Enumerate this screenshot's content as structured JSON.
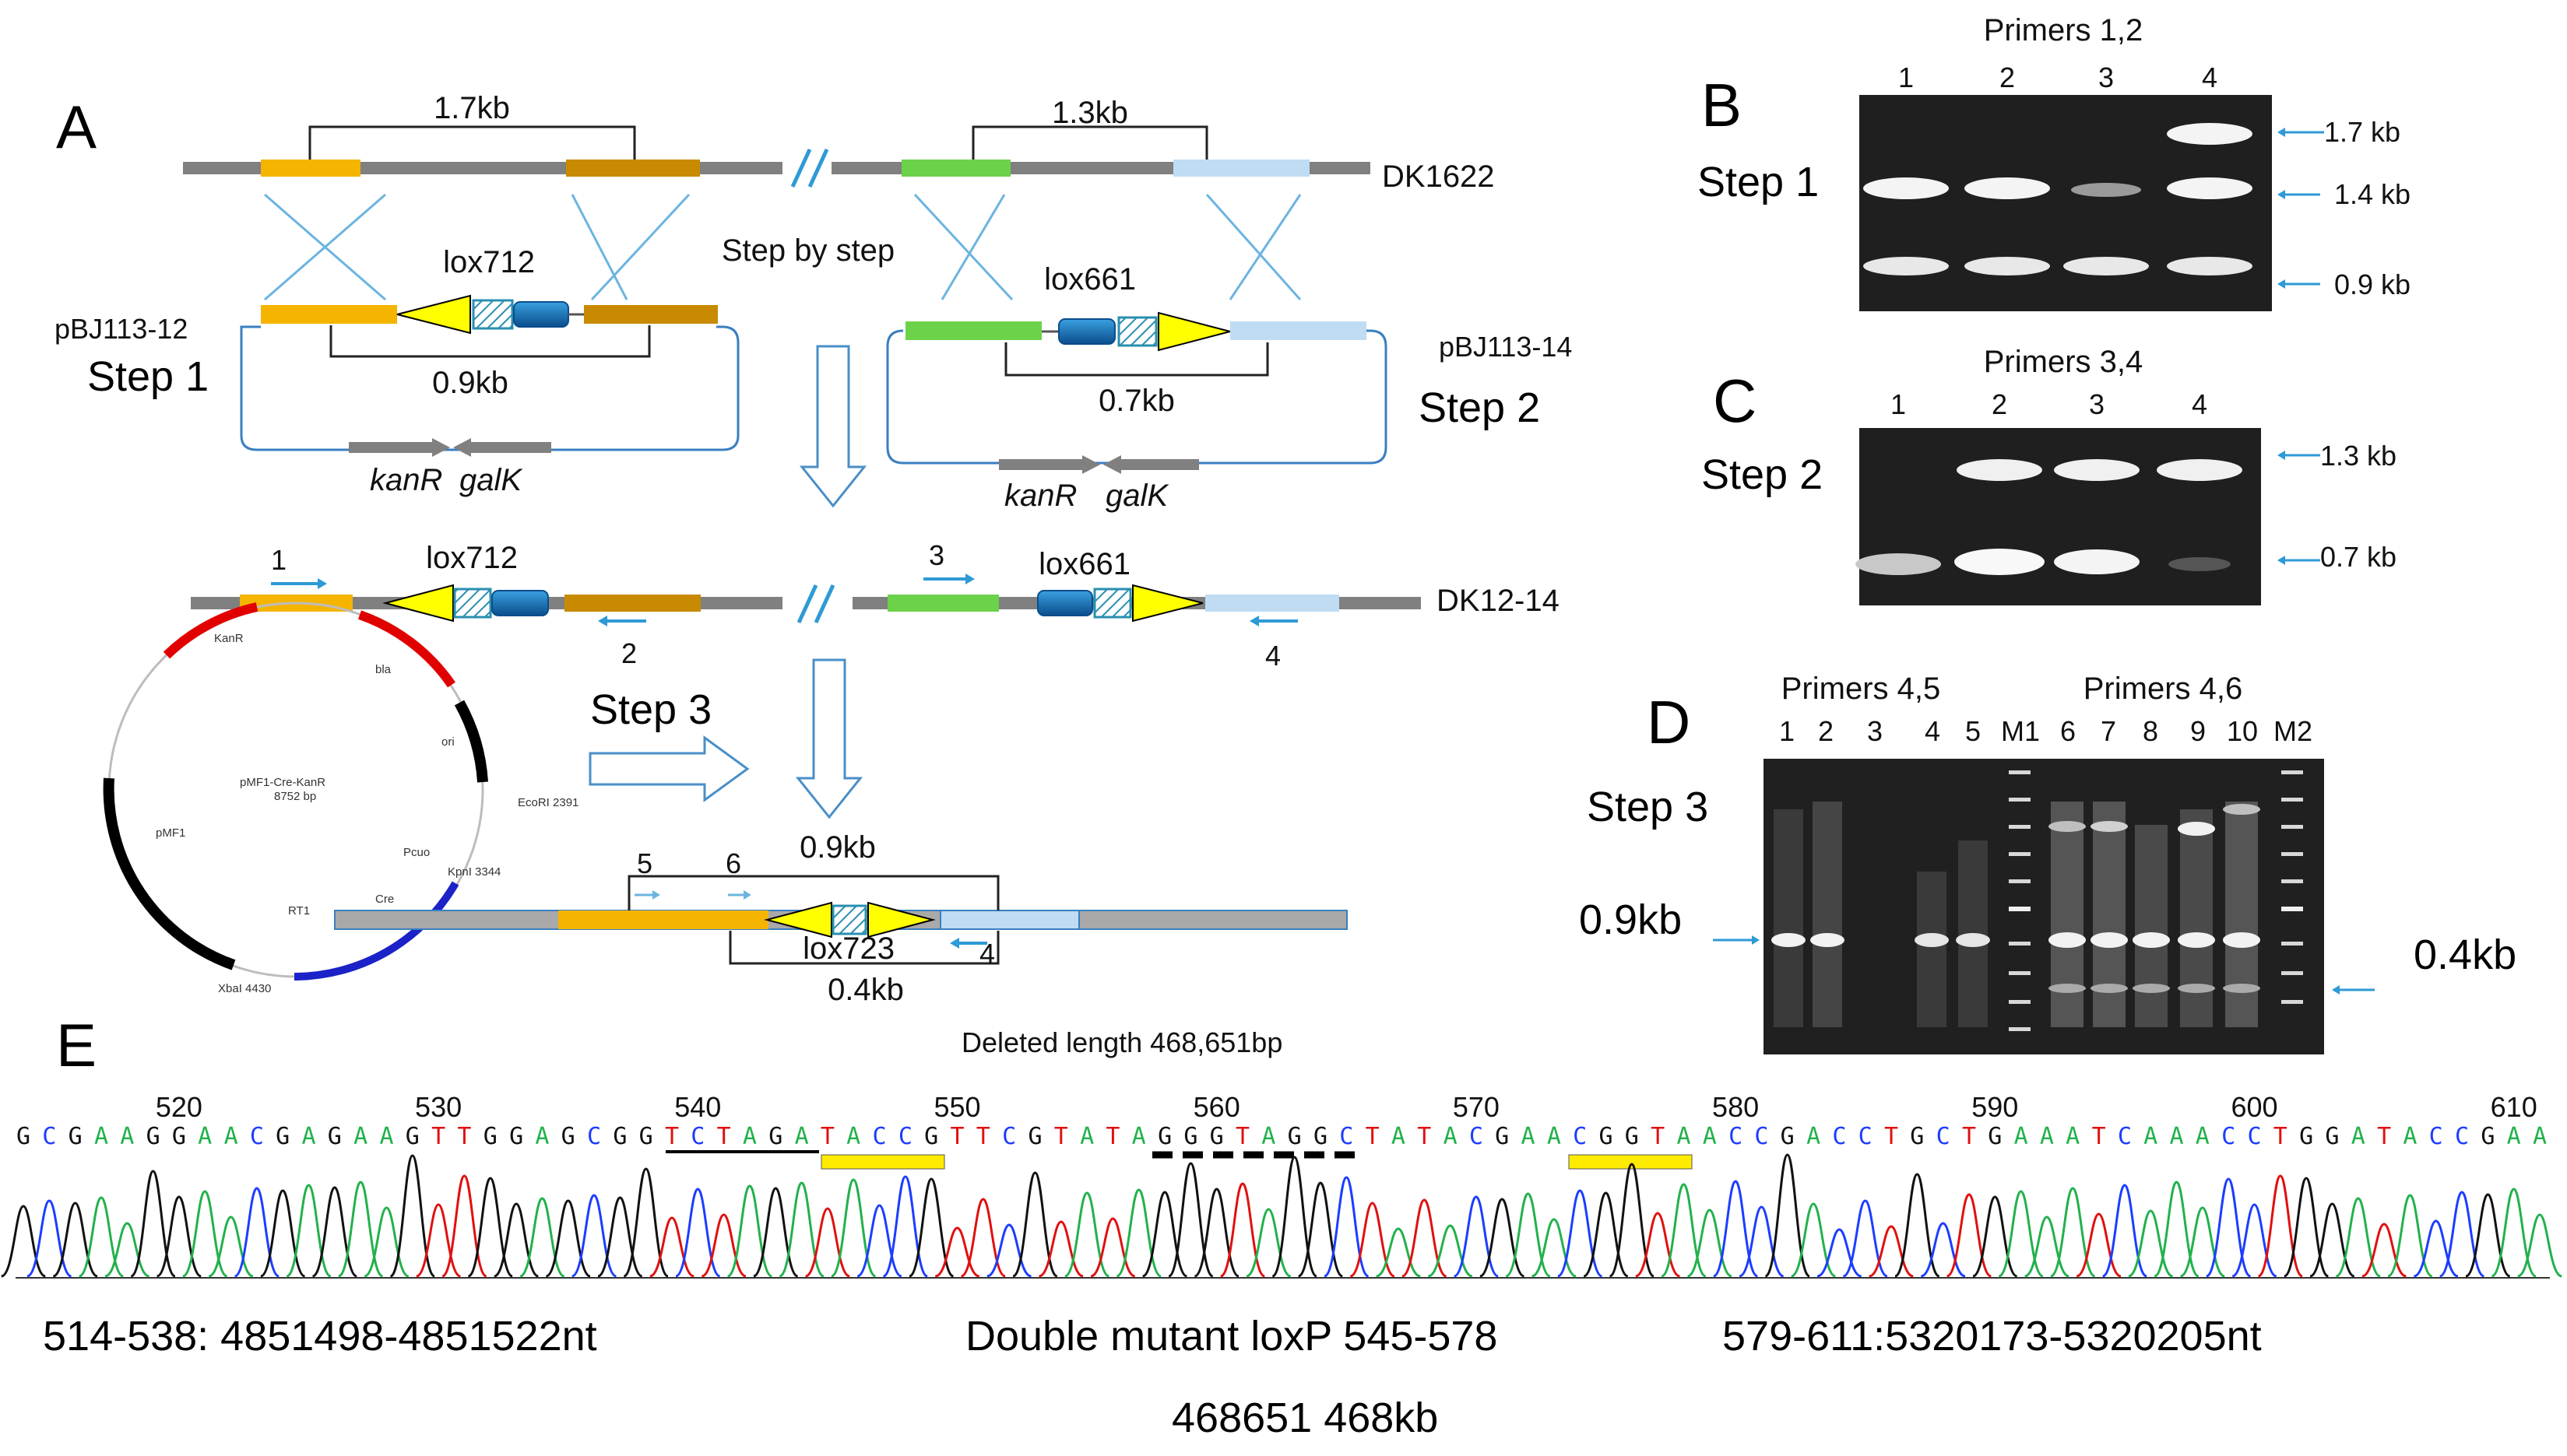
{
  "panel_a": {
    "letter": "A",
    "chromosome": "DK1622",
    "chromosome_after": "DK12-14",
    "span_left": "1.7kb",
    "span_right": "1.3kb",
    "step_by_step": "Step by step",
    "plasmid_left": "pBJ113-12",
    "plasmid_right": "pBJ113-14",
    "step1": "Step 1",
    "step2": "Step 2",
    "step3": "Step 3",
    "lox_left": "lox712",
    "lox_right": "lox661",
    "lox_final": "lox723",
    "insert_left": "0.9kb",
    "insert_right": "0.7kb",
    "kanR": "kanR",
    "galK": "galK",
    "primer1": "1",
    "primer2": "2",
    "primer3": "3",
    "primer4": "4",
    "primer5": "5",
    "primer6": "6",
    "product_large": "0.9kb",
    "product_small": "0.4kb",
    "deleted": "Deleted length 468,651bp",
    "plasmid_map": {
      "name": "pMF1-Cre-KanR",
      "size": "8752 bp",
      "kanr": "KanR",
      "bla": "bla",
      "ori": "ori",
      "pcuo": "Pcuo",
      "cre": "Cre",
      "rt1": "RT1",
      "pmf1": "pMF1",
      "ecori": "EcoRI 2391",
      "kpni": "KpnI 3344",
      "xbai": "XbaI 4430"
    }
  },
  "panel_b": {
    "letter": "B",
    "step": "Step 1",
    "primers": "Primers 1,2",
    "lanes": [
      "1",
      "2",
      "3",
      "4"
    ],
    "sizes": [
      "1.7 kb",
      "1.4 kb",
      "0.9 kb"
    ]
  },
  "panel_c": {
    "letter": "C",
    "step": "Step 2",
    "primers": "Primers 3,4",
    "lanes": [
      "1",
      "2",
      "3",
      "4"
    ],
    "sizes": [
      "1.3 kb",
      "0.7 kb"
    ]
  },
  "panel_d": {
    "letter": "D",
    "step": "Step 3",
    "primers_left": "Primers 4,5",
    "primers_right": "Primers 4,6",
    "lanes": [
      "1",
      "2",
      "3",
      "4",
      "5",
      "M1",
      "6",
      "7",
      "8",
      "9",
      "10",
      "M2"
    ],
    "size_left": "0.9kb",
    "size_right": "0.4kb"
  },
  "panel_e": {
    "letter": "E",
    "sequence": "GCGAAGGAACGAGAAGTTGGAGCGGTCTAGATACCGTTCGTATAGGGTAGGCTATACGAACGGTAACCGACCTGCTGAAATCAAACCTGGATACCGAA",
    "ticks": [
      "520",
      "530",
      "540",
      "550",
      "560",
      "570",
      "580",
      "590",
      "600",
      "610"
    ],
    "caption_left": "514-538: 4851498-4851522nt",
    "caption_mid": "Double mutant loxP 545-578",
    "caption_right": "579-611:5320173-5320205nt",
    "caption_bottom": "468651 468kb"
  },
  "colors": {
    "orange": "#f5b400",
    "dark_orange": "#c88a00",
    "green": "#6cd24a",
    "light_blue": "#bfdcf2",
    "dark_blue": "#1a6fae",
    "yellow": "#ffff00",
    "gray": "#808080",
    "arrow_blue": "#2e9ad6",
    "base_A": "#22b14c",
    "base_C": "#1c3dff",
    "base_G": "#111111",
    "base_T": "#e01010"
  }
}
